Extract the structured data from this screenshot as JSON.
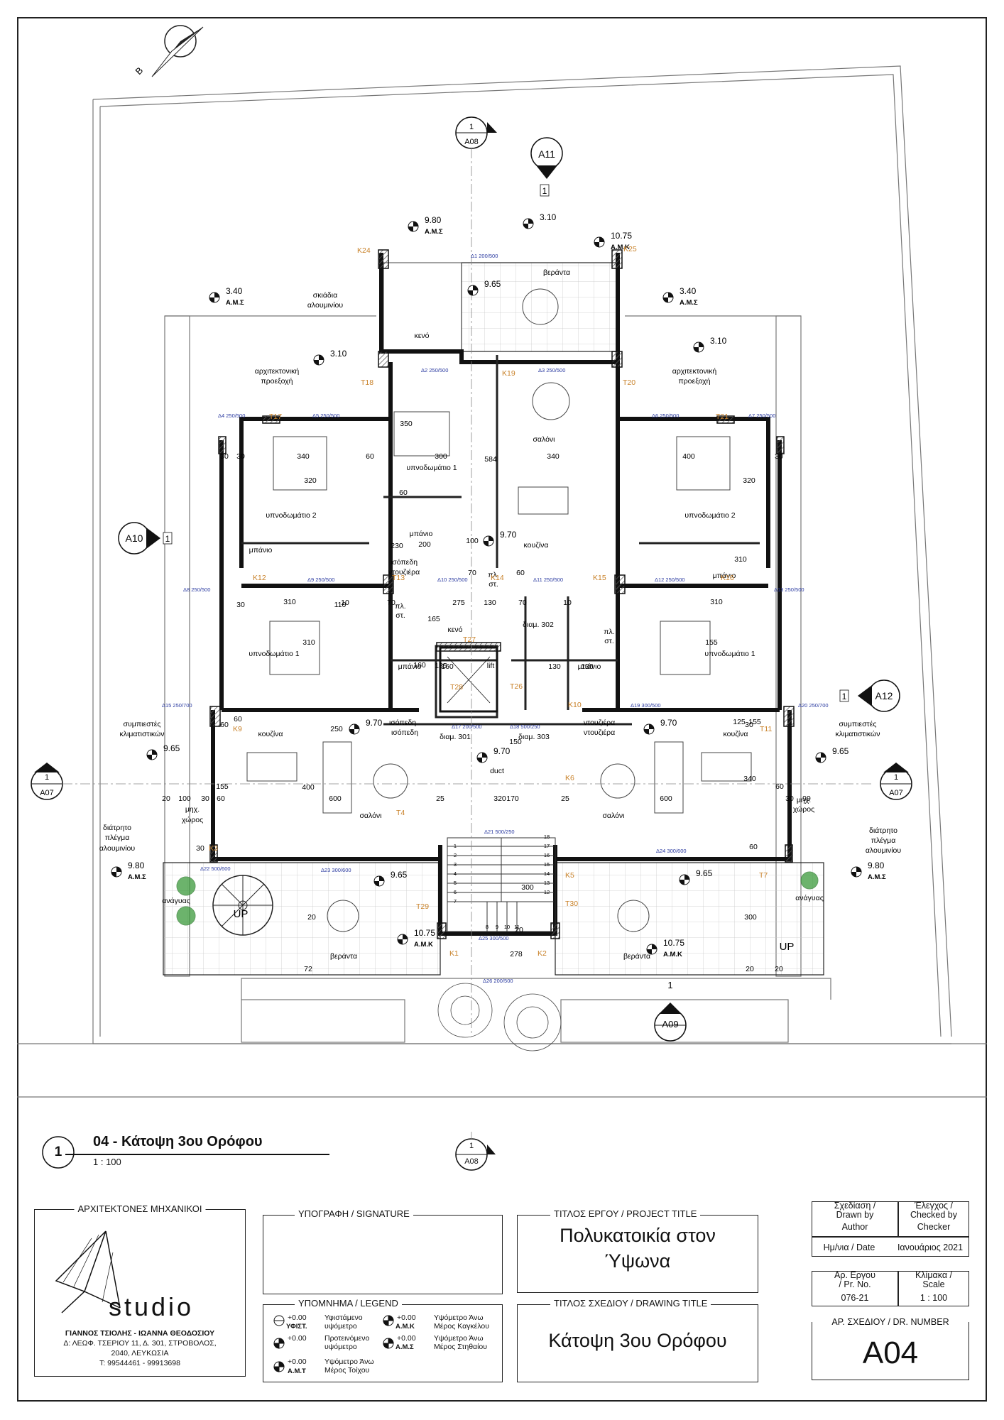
{
  "north_arrow": {
    "label": "B"
  },
  "section_markers": [
    {
      "id": "top",
      "num": "1",
      "sheet": "A08"
    },
    {
      "id": "left",
      "num": "1",
      "sheet": "A07"
    },
    {
      "id": "right",
      "num": "1",
      "sheet": "A07"
    },
    {
      "id": "bottom",
      "num": "1",
      "sheet": "A09"
    },
    {
      "id": "title",
      "num": "1",
      "sheet": "A08"
    }
  ],
  "elevation_markers": [
    {
      "id": "A11",
      "label": "A11",
      "num": "1"
    },
    {
      "id": "A10",
      "label": "A10",
      "num": "1"
    },
    {
      "id": "A12",
      "label": "A12",
      "num": "1"
    }
  ],
  "levels": [
    {
      "value": "9.80",
      "tag": "Α.Μ.Σ"
    },
    {
      "value": "10.75",
      "tag": "Α.Μ.Κ"
    },
    {
      "value": "3.10",
      "tag": ""
    },
    {
      "value": "3.40",
      "tag": "Α.Μ.Σ"
    },
    {
      "value": "3.40",
      "tag": "Α.Μ.Σ"
    },
    {
      "value": "3.10",
      "tag": ""
    },
    {
      "value": "3.10",
      "tag": ""
    },
    {
      "value": "9.65",
      "tag": ""
    },
    {
      "value": "9.70",
      "tag": ""
    },
    {
      "value": "9.70",
      "tag": ""
    },
    {
      "value": "9.70",
      "tag": ""
    },
    {
      "value": "9.70",
      "tag": ""
    },
    {
      "value": "9.65",
      "tag": ""
    },
    {
      "value": "9.65",
      "tag": ""
    },
    {
      "value": "9.65",
      "tag": ""
    },
    {
      "value": "9.65",
      "tag": ""
    },
    {
      "value": "9.80",
      "tag": "Α.Μ.Σ"
    },
    {
      "value": "9.80",
      "tag": "Α.Μ.Σ"
    },
    {
      "value": "10.75",
      "tag": "Α.Μ.Κ"
    },
    {
      "value": "10.75",
      "tag": "Α.Μ.Κ"
    }
  ],
  "room_labels": [
    {
      "text": "βεράντα"
    },
    {
      "text": "σκιάδια"
    },
    {
      "text": "αλουμινίου"
    },
    {
      "text": "κενό"
    },
    {
      "text": "αρχιτεκτονική"
    },
    {
      "text": "προεξοχή"
    },
    {
      "text": "αρχιτεκτονική"
    },
    {
      "text": "προεξοχή"
    },
    {
      "text": "σαλόνι"
    },
    {
      "text": "υπνοδωμάτιο 1"
    },
    {
      "text": "κουζίνα"
    },
    {
      "text": "υπνοδωμάτιο 2"
    },
    {
      "text": "υπνοδωμάτιο 2"
    },
    {
      "text": "μπάνιο"
    },
    {
      "text": "μπάνιο"
    },
    {
      "text": "ισόπεδη"
    },
    {
      "text": "ντουζιέρα"
    },
    {
      "text": "μπάνιο"
    },
    {
      "text": "κενό"
    },
    {
      "text": "διαμ. 302"
    },
    {
      "text": "υπνοδωμάτιο 1"
    },
    {
      "text": "υπνοδωμάτιο 1"
    },
    {
      "text": "μπάνιο"
    },
    {
      "text": "μπάνιο"
    },
    {
      "text": "lift"
    },
    {
      "text": "ισόπεδη"
    },
    {
      "text": "ντουζιέρα"
    },
    {
      "text": "ισόπεδη"
    },
    {
      "text": "ντουζιέρα"
    },
    {
      "text": "διαμ. 301"
    },
    {
      "text": "διαμ. 303"
    },
    {
      "text": "κουζίνα"
    },
    {
      "text": "κουζίνα"
    },
    {
      "text": "σαλόνι"
    },
    {
      "text": "σαλόνι"
    },
    {
      "text": "duct"
    },
    {
      "text": "συμπιεστές"
    },
    {
      "text": "κλιματιστικών"
    },
    {
      "text": "συμπιεστές"
    },
    {
      "text": "κλιματιστικών"
    },
    {
      "text": "μηχ."
    },
    {
      "text": "χώρος"
    },
    {
      "text": "μηχ."
    },
    {
      "text": "χώρος"
    },
    {
      "text": "διάτρητο"
    },
    {
      "text": "πλέγμα"
    },
    {
      "text": "αλουμινίου"
    },
    {
      "text": "διάτρητο"
    },
    {
      "text": "πλέγμα"
    },
    {
      "text": "αλουμινίου"
    },
    {
      "text": "ανάγυας"
    },
    {
      "text": "ανάγυας"
    },
    {
      "text": "UP"
    },
    {
      "text": "UP"
    },
    {
      "text": "βεράντα"
    },
    {
      "text": "βεράντα"
    },
    {
      "text": "πλ."
    },
    {
      "text": "στ."
    },
    {
      "text": "πλ."
    },
    {
      "text": "στ."
    },
    {
      "text": "πλ."
    },
    {
      "text": "στ."
    }
  ],
  "dimensions": [
    "340",
    "320",
    "60",
    "300",
    "350",
    "584",
    "340",
    "400",
    "320",
    "30",
    "30",
    "60",
    "200",
    "230",
    "100",
    "70",
    "60",
    "10",
    "110",
    "70",
    "275",
    "130",
    "70",
    "10",
    "310",
    "310",
    "310",
    "310",
    "155",
    "165",
    "185",
    "160",
    "160",
    "130",
    "130",
    "150",
    "170",
    "320",
    "25",
    "25",
    "400",
    "600",
    "600",
    "340",
    "100",
    "30",
    "60",
    "20",
    "99",
    "30",
    "20",
    "300",
    "300",
    "278",
    "72",
    "20",
    "20",
    "20",
    "250",
    "125",
    "155",
    "155",
    "60",
    "60",
    "30",
    "30",
    "30",
    "30",
    "60",
    "60",
    "20"
  ],
  "stair_numbers": [
    "1",
    "2",
    "3",
    "4",
    "5",
    "6",
    "7",
    "8",
    "9",
    "10",
    "11",
    "12",
    "13",
    "14",
    "15",
    "16",
    "17",
    "18"
  ],
  "grid_tags": [
    "Κ24",
    "Κ25",
    "Τ18",
    "Κ19",
    "Τ20",
    "Τ17",
    "Τ21",
    "Κ12",
    "Τ13",
    "Κ14",
    "Κ15",
    "Κ16",
    "Τ27",
    "Τ28",
    "Τ26",
    "Κ10",
    "Κ9",
    "Τ11",
    "Τ4",
    "Κ3",
    "Τ29",
    "Κ6",
    "Κ5",
    "Τ7",
    "Τ30",
    "Κ1",
    "Κ2"
  ],
  "window_tags": [
    "Δ1 200/500",
    "Δ2 250/500",
    "Δ3 250/500",
    "Δ4 250/500",
    "Δ5 250/500",
    "Δ6 250/500",
    "Δ7 250/500",
    "Δ8 250/500",
    "Δ9 250/500",
    "Δ10 250/500",
    "Δ11 250/500",
    "Δ12 250/500",
    "Δ13 250/500",
    "Δ15 250/700",
    "Δ17 200/500",
    "Δ18 500/250",
    "Δ19 300/500",
    "Δ20 250/700",
    "Δ21 500/250",
    "Δ22 500/600",
    "Δ23 300/600",
    "Δ24 300/600",
    "Δ25 300/500",
    "Δ26 200/500"
  ],
  "title": {
    "num": "1",
    "name": "04 - Κάτοψη 3ου Ορόφου",
    "scale": "1 : 100"
  },
  "architects": {
    "header": "ΑΡΧΙΤΕΚΤΟΝΕΣ ΜΗΧΑΝΙΚΟΙ",
    "logo": "studio",
    "names": "ΓΙΑΝΝΟΣ ΤΣΙΟΛΗΣ - ΙΩΑΝΝΑ ΘΕΟΔΟΣΙΟΥ",
    "address1": "Δ: ΛΕΩΦ. ΤΣΕΡΙΟΥ 11, Δ. 301, ΣΤΡΟΒΟΛΟΣ,",
    "address2": "2040, ΛΕΥΚΩΣΙΑ",
    "phone": "Τ: 99544461 - 99913698"
  },
  "signature": {
    "header": "ΥΠΟΓΡΑΦΗ / SIGNATURE"
  },
  "legend": {
    "header": "ΥΠΟΜΝΗΜΑ / LEGEND",
    "items": [
      {
        "val": "+0.00",
        "tag": "ΥΦΙΣΤ.",
        "text1": "Υφιστάμενο",
        "text2": "υψόμετρο"
      },
      {
        "val": "+0.00",
        "tag": "",
        "text1": "Προτεινόμενο",
        "text2": "υψόμετρο"
      },
      {
        "val": "+0.00",
        "tag": "Α.Μ.Τ",
        "text1": "Υψόμετρο Άνω",
        "text2": "Μέρος Τοίχου"
      },
      {
        "val": "+0.00",
        "tag": "Α.Μ.Κ",
        "text1": "Υψόμετρο Άνω",
        "text2": "Μέρος Καγκέλου"
      },
      {
        "val": "+0.00",
        "tag": "Α.Μ.Σ",
        "text1": "Υψόμετρο Άνω",
        "text2": "Μέρος Στηθαίου"
      }
    ]
  },
  "project": {
    "header": "ΤΙΤΛΟΣ ΕΡΓΟΥ / PROJECT TITLE",
    "line1": "Πολυκατοικία στον",
    "line2": "Ύψωνα"
  },
  "drawing": {
    "header": "ΤΙΤΛΟΣ ΣΧΕΔΙΟΥ / DRAWING TITLE",
    "title": "Κάτοψη 3ου Ορόφου"
  },
  "meta": {
    "drawn_label1": "Σχεδίαση /",
    "drawn_label2": "Drawn by",
    "drawn_value": "Author",
    "checked_label1": "Έλεγχος /",
    "checked_label2": "Checked by",
    "checked_value": "Checker",
    "date_label": "Ημ/νια / Date",
    "date_value": "Ιανουάριος 2021",
    "prno_label1": "Αρ. Εργου",
    "prno_label2": "/ Pr. No.",
    "prno_value": "076-21",
    "scale_label1": "Κλίμακα /",
    "scale_label2": "Scale",
    "scale_value": "1 : 100",
    "drno_label": "ΑΡ. ΣΧΕΔΙΟΥ / DR. NUMBER",
    "drno_value": "A04"
  }
}
